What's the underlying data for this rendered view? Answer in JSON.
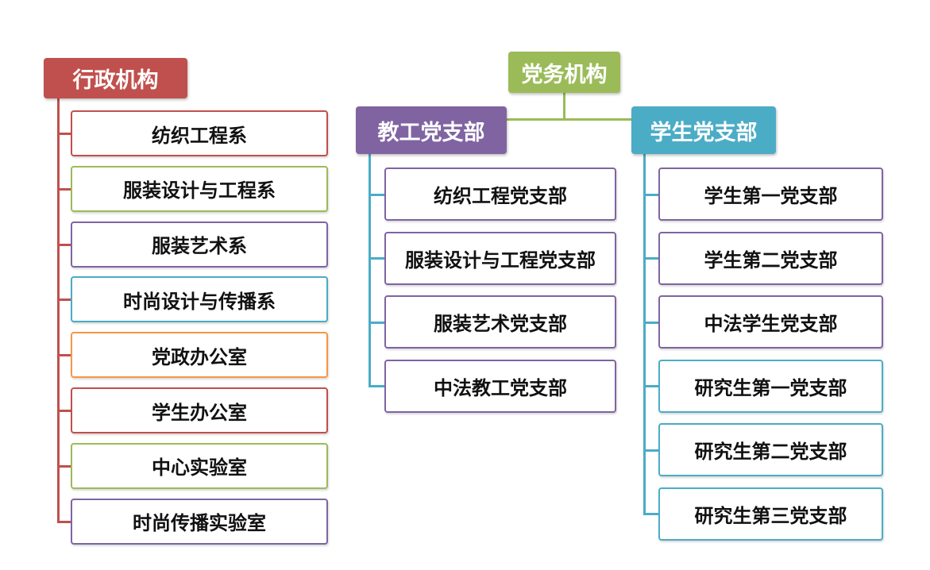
{
  "admin": {
    "title": "行政机构",
    "color": "#c0504d",
    "items": [
      {
        "label": "纺织工程系",
        "border": "#c0504d"
      },
      {
        "label": "服装设计与工程系",
        "border": "#9bbb59"
      },
      {
        "label": "服装艺术系",
        "border": "#8064a2"
      },
      {
        "label": "时尚设计与传播系",
        "border": "#4bacc6"
      },
      {
        "label": "党政办公室",
        "border": "#f79646"
      },
      {
        "label": "学生办公室",
        "border": "#c0504d"
      },
      {
        "label": "中心实验室",
        "border": "#9bbb59"
      },
      {
        "label": "时尚传播实验室",
        "border": "#8064a2"
      }
    ]
  },
  "party": {
    "title": "党务机构",
    "color": "#9bbb59",
    "faculty": {
      "title": "教工党支部",
      "color": "#8064a2",
      "items": [
        "纺织工程党支部",
        "服装设计与工程党支部",
        "服装艺术党支部",
        "中法教工党支部"
      ]
    },
    "student": {
      "title": "学生党支部",
      "color": "#4bacc6",
      "items": [
        "学生第一党支部",
        "学生第二党支部",
        "中法学生党支部",
        "研究生第一党支部",
        "研究生第二党支部",
        "研究生第三党支部"
      ]
    }
  }
}
